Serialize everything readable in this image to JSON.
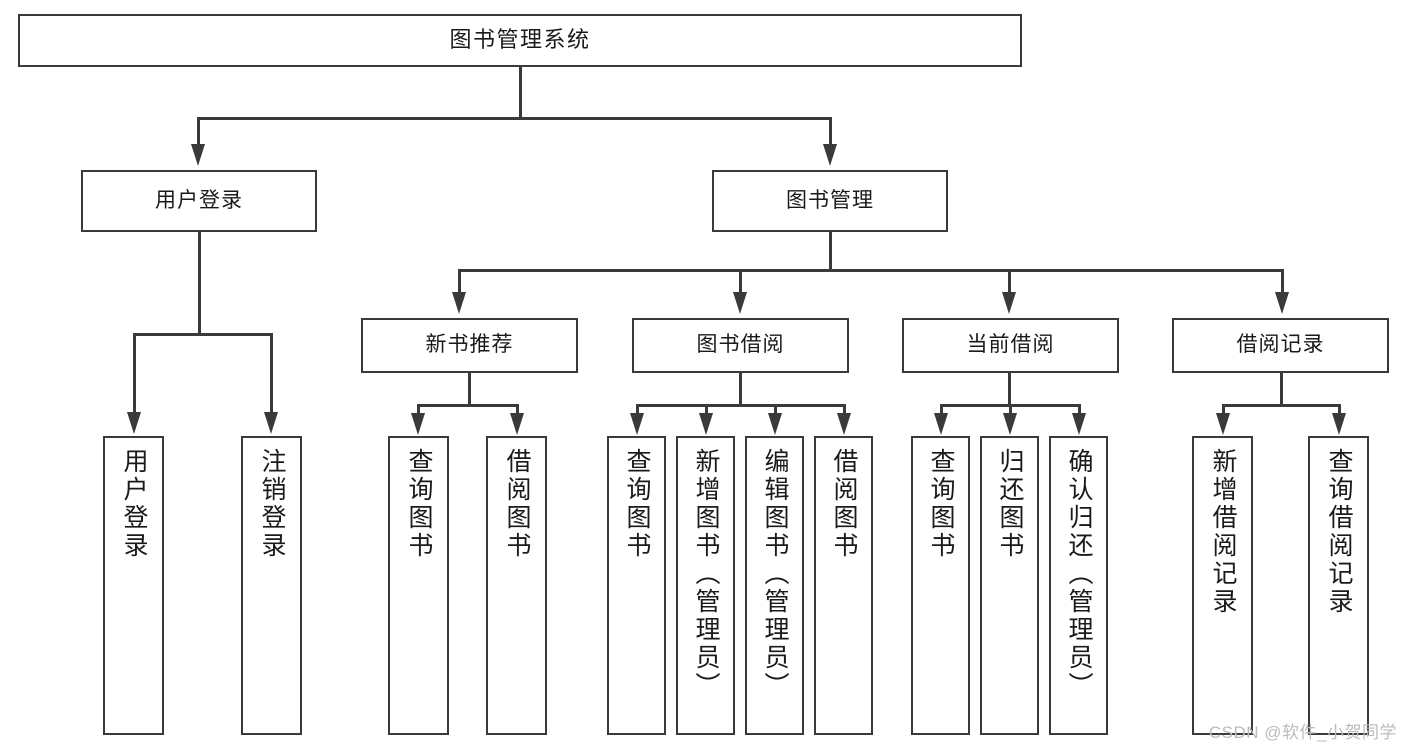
{
  "diagram": {
    "type": "tree",
    "title_node": "图书管理系统",
    "watermark": "CSDN @软件_小贺同学",
    "colors": {
      "stroke": "#3a3a3a",
      "box_fill": "#ffffff",
      "text": "#1a1a1a",
      "watermark": "#b9bcc0",
      "background": "#ffffff"
    },
    "nodes": {
      "root": "图书管理系统",
      "level2": [
        "用户登录",
        "图书管理"
      ],
      "level3": [
        "新书推荐",
        "图书借阅",
        "当前借阅",
        "借阅记录"
      ],
      "leaves_user_login": [
        "用户登录",
        "注销登录"
      ],
      "leaves_new_book": [
        "查询图书",
        "借阅图书"
      ],
      "leaves_borrow": [
        "查询图书",
        "新增图书（管理员）",
        "编辑图书（管理员）",
        "借阅图书"
      ],
      "leaves_current": [
        "查询图书",
        "归还图书",
        "确认归还（管理员）"
      ],
      "leaves_record": [
        "新增借阅记录",
        "查询借阅记录"
      ]
    }
  }
}
